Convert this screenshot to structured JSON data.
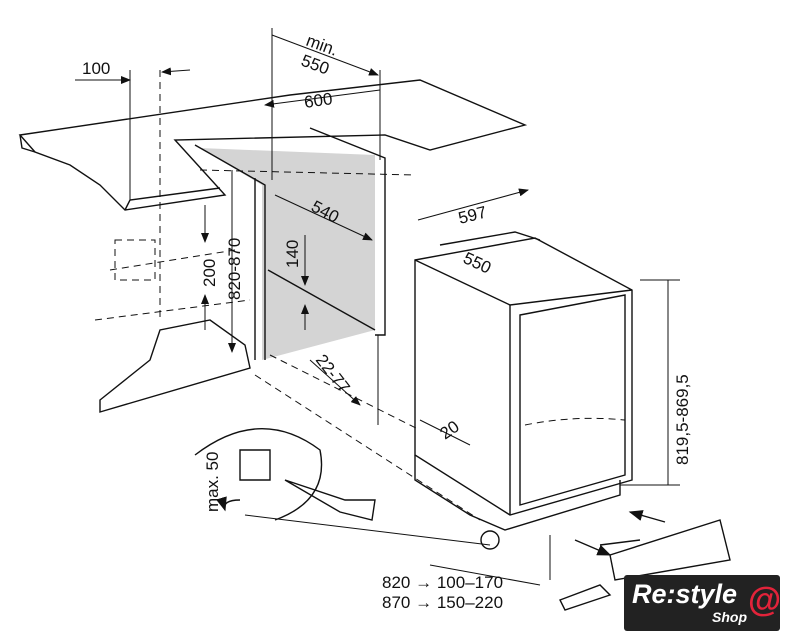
{
  "dimensions": {
    "min_label": "min.",
    "min_depth": "550",
    "top_offset": "100",
    "niche_depth": "600",
    "niche_inner_depth": "540",
    "vent_height": "140",
    "socket_height": "200",
    "niche_height": "820-870",
    "panel_gap": "22-77",
    "appliance_width": "597",
    "appliance_depth": "550",
    "appliance_height": "819,5-869,5",
    "side_gap": "20",
    "foot_adjust": "max. 50"
  },
  "plinth_table": [
    {
      "niche": "820",
      "arrow": "→",
      "plinth": "100–170"
    },
    {
      "niche": "870",
      "arrow": "→",
      "plinth": "150–220"
    }
  ],
  "logo": {
    "brand": "Re:style",
    "sub": "Shop",
    "accent_color": "#e2233a"
  }
}
